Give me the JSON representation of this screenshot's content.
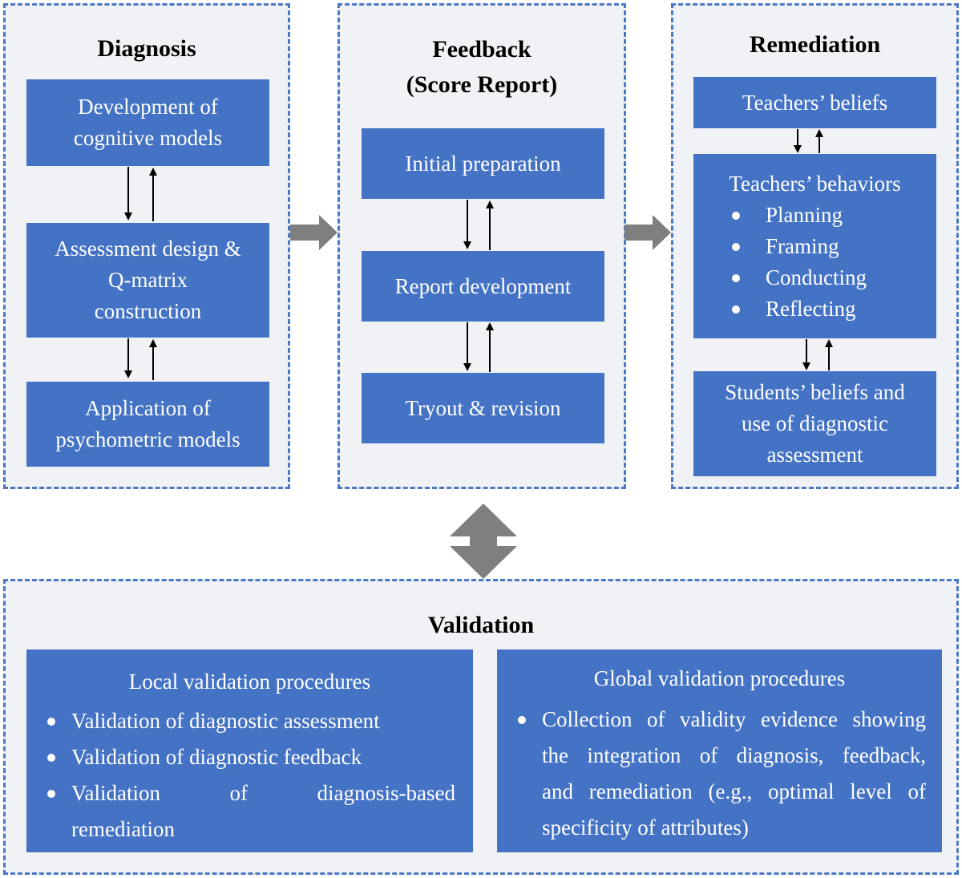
{
  "diagnosis": {
    "title": "Diagnosis",
    "box1": [
      "Development of",
      "cognitive models"
    ],
    "box2": [
      "Assessment design &",
      "Q-matrix",
      "construction"
    ],
    "box3": [
      "Application of",
      "psychometric models"
    ]
  },
  "feedback": {
    "title_line1": "Feedback",
    "title_line2": "(Score Report)",
    "box1": "Initial preparation",
    "box2": "Report development",
    "box3": "Tryout & revision"
  },
  "remediation": {
    "title": "Remediation",
    "box1": "Teachers’ beliefs",
    "box2_title": "Teachers’ behaviors",
    "box2_items": [
      "Planning",
      "Framing",
      "Conducting",
      "Reflecting"
    ],
    "box3": [
      "Students’ beliefs and",
      "use of diagnostic",
      "assessment"
    ]
  },
  "validation": {
    "title": "Validation",
    "local": {
      "title": "Local validation procedures",
      "items": [
        "Validation of diagnostic assessment",
        "Validation of diagnostic feedback"
      ],
      "item3_words": [
        "Validation",
        "of",
        "diagnosis-based"
      ],
      "item3_cont": "remediation"
    },
    "global": {
      "title": "Global validation procedures",
      "lines": [
        "Collection of validity evidence showing",
        "the integration of diagnosis, feedback,",
        "and remediation (e.g., optimal level of",
        "specificity of attributes)"
      ]
    }
  },
  "colors": {
    "box_fill": "#4472c4",
    "panel_fill": "#f1f2f6",
    "panel_border": "#4a78c2",
    "arrow_gray": "#7f7f7f"
  }
}
